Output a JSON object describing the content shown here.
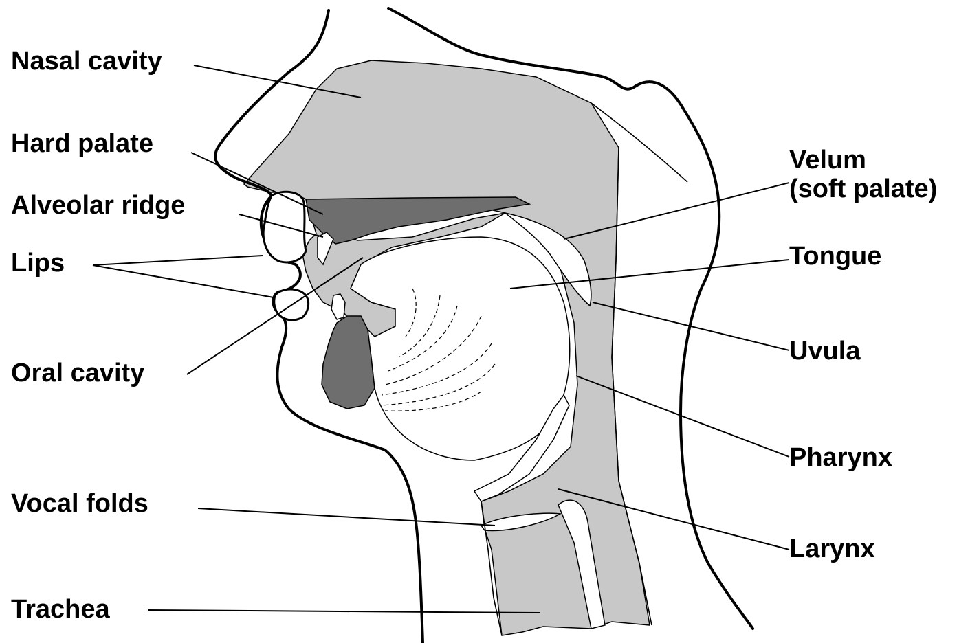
{
  "labels": {
    "nasal_cavity": "Nasal cavity",
    "hard_palate": "Hard palate",
    "alveolar_ridge": "Alveolar ridge",
    "lips": "Lips",
    "oral_cavity": "Oral cavity",
    "vocal_folds": "Vocal folds",
    "trachea": "Trachea",
    "velum_line1": "Velum",
    "velum_line2": "(soft palate)",
    "tongue": "Tongue",
    "uvula": "Uvula",
    "pharynx": "Pharynx",
    "larynx": "Larynx"
  },
  "colors": {
    "light_tissue": "#c8c8c8",
    "dark_tissue": "#6e6e6e",
    "outline": "#000000",
    "background": "#ffffff"
  }
}
